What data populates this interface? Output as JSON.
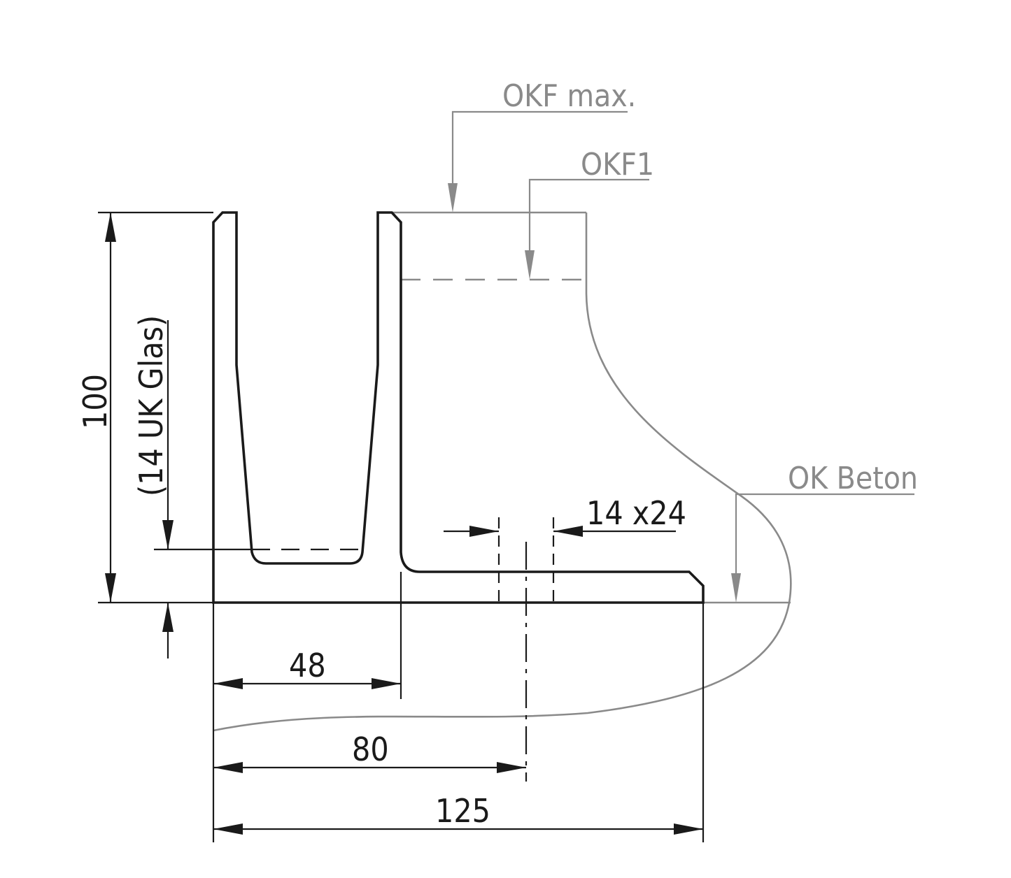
{
  "labels": {
    "okf_max": "OKF max.",
    "okf1": "OKF1",
    "ok_beton": "OK Beton",
    "slot": "14 x24",
    "height": "100",
    "glass_offset": "(14 UK Glas)",
    "dim_48": "48",
    "dim_80": "80",
    "dim_125": "125"
  }
}
